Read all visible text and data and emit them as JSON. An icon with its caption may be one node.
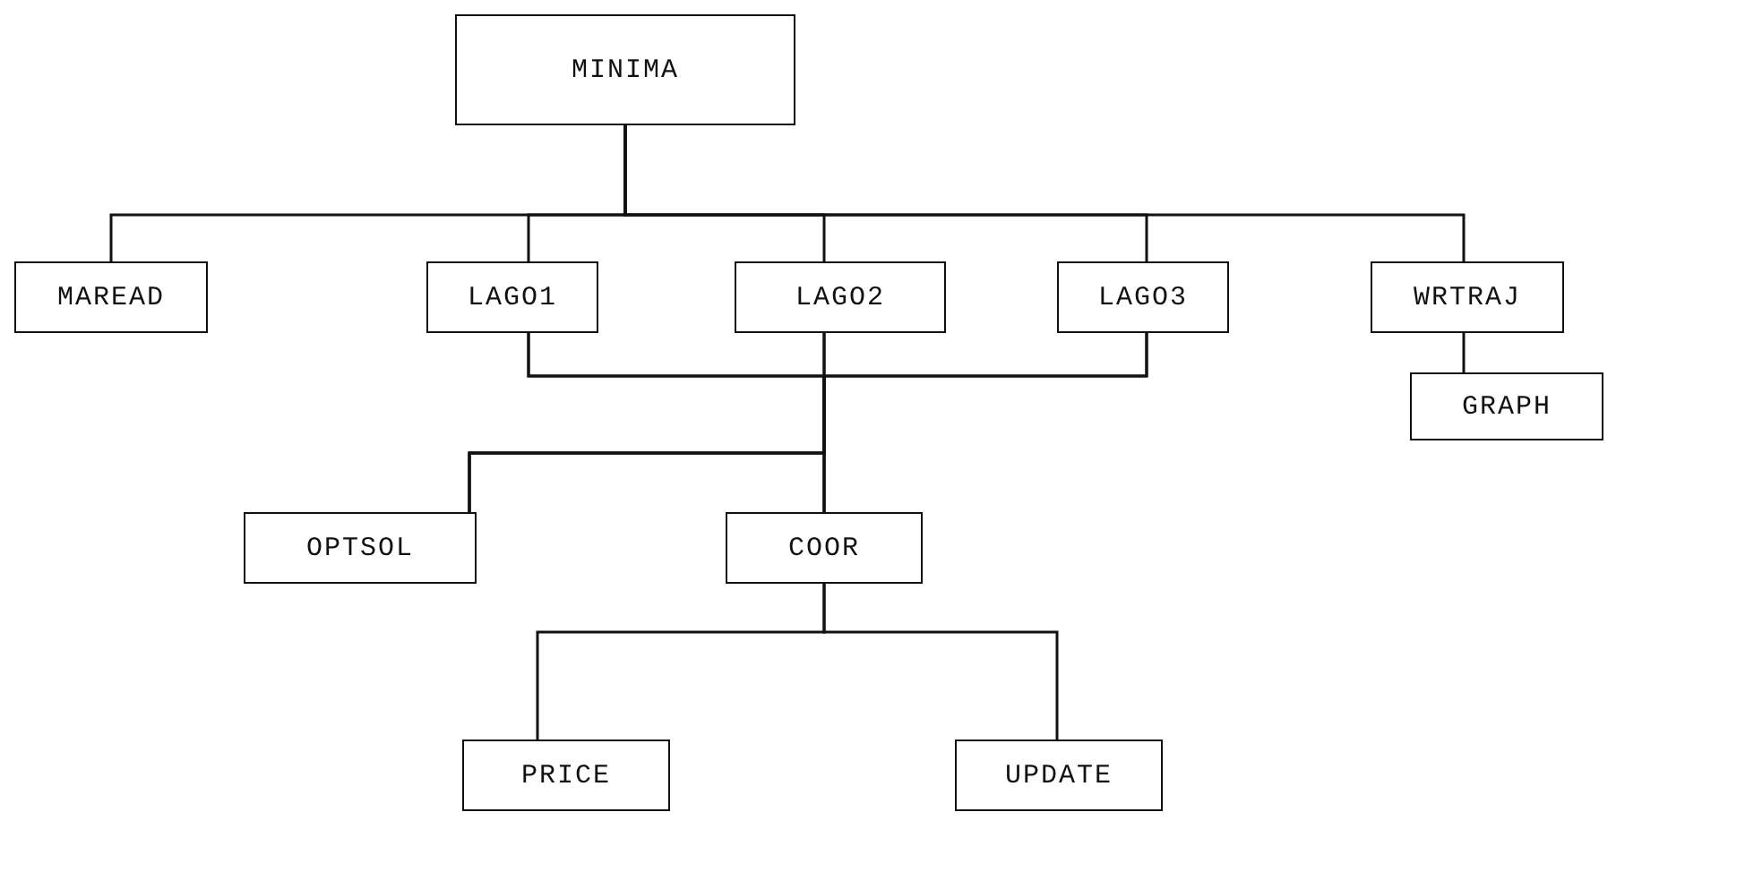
{
  "diagram": {
    "nodes": [
      {
        "text": [
          "MINIMA"
        ]
      },
      {
        "text": [
          "MAREAD"
        ]
      },
      {
        "text": [
          "LAGO1"
        ]
      },
      {
        "text": [
          "LAGO2"
        ]
      },
      {
        "text": [
          "LAGO3"
        ]
      },
      {
        "text": [
          "WRTRAJ"
        ]
      },
      {
        "text": [
          "GRAPH"
        ]
      },
      {
        "text": [
          "OPTSOL"
        ]
      },
      {
        "text": [
          "COOR"
        ]
      },
      {
        "text": [
          "PRICE"
        ]
      },
      {
        "text": [
          "UPDATE"
        ]
      }
    ],
    "edges": [
      {
        "from": 0,
        "to": 1,
        "arrow": "none"
      },
      {
        "from": 0,
        "to": 2,
        "arrow": "none"
      },
      {
        "from": 0,
        "to": 3,
        "arrow": "none"
      },
      {
        "from": 0,
        "to": 4,
        "arrow": "none"
      },
      {
        "from": 0,
        "to": 5,
        "arrow": "none"
      },
      {
        "from": 5,
        "to": 6,
        "arrow": "none"
      },
      {
        "from": 2,
        "to": 7,
        "arrow": "none"
      },
      {
        "from": 2,
        "to": 8,
        "arrow": "none"
      },
      {
        "from": 3,
        "to": 7,
        "arrow": "none"
      },
      {
        "from": 3,
        "to": 8,
        "arrow": "none"
      },
      {
        "from": 4,
        "to": 7,
        "arrow": "none"
      },
      {
        "from": 4,
        "to": 8,
        "arrow": "none"
      },
      {
        "from": 8,
        "to": 9,
        "arrow": "none"
      },
      {
        "from": 8,
        "to": 10,
        "arrow": "none"
      }
    ]
  }
}
